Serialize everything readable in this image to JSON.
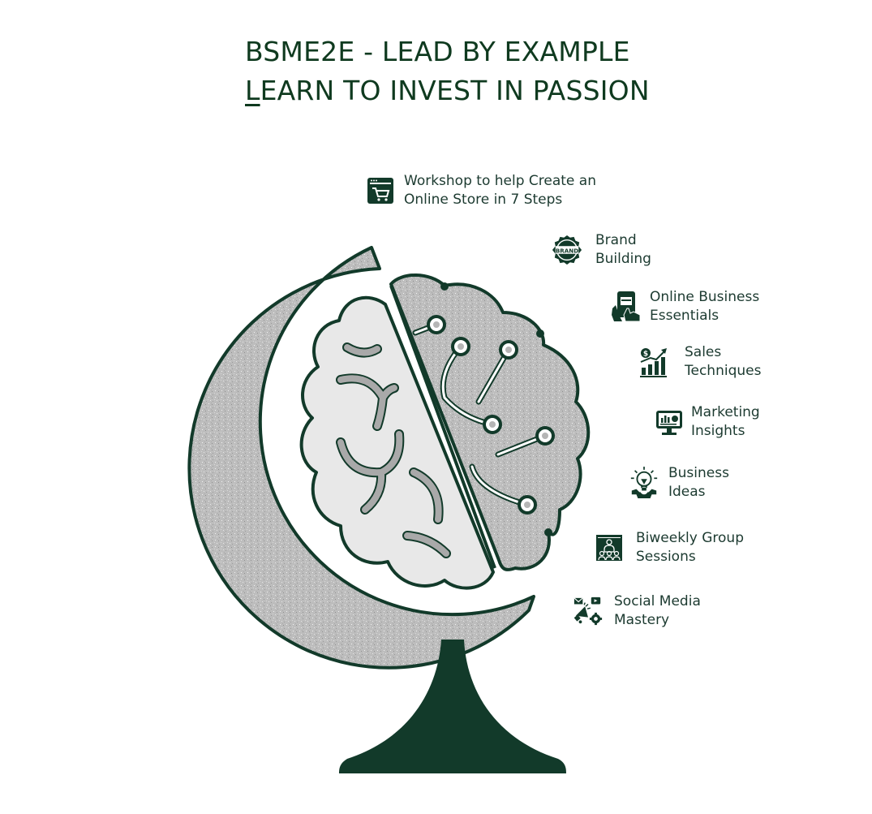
{
  "title": {
    "line1": "BSME2E - LEAD BY EXAMPLE",
    "line2_first_letter": "L",
    "line2_rest": "EARN TO INVEST IN PASSION"
  },
  "colors": {
    "primary_green": "#123a2a",
    "title_green": "#0f3a1f",
    "brain_light": "#e8e8e8",
    "glitter_gray": "#bdbdbd"
  },
  "items": [
    {
      "icon": "online-store-cart-icon",
      "line1": "Workshop to help Create an",
      "line2": "Online Store in 7 Steps"
    },
    {
      "icon": "brand-badge-icon",
      "line1": "Brand",
      "line2": "Building"
    },
    {
      "icon": "mobile-shop-tap-icon",
      "line1": "Online Business",
      "line2": "Essentials"
    },
    {
      "icon": "sales-growth-chart-icon",
      "line1": "Sales",
      "line2": "Techniques"
    },
    {
      "icon": "analytics-monitor-icon",
      "line1": "Marketing",
      "line2": "Insights"
    },
    {
      "icon": "lightbulb-gear-icon",
      "line1": "Business",
      "line2": "Ideas"
    },
    {
      "icon": "group-presentation-icon",
      "line1": "Biweekly Group",
      "line2": "Sessions"
    },
    {
      "icon": "megaphone-social-icon",
      "line1": "Social Media",
      "line2": "Mastery"
    }
  ]
}
